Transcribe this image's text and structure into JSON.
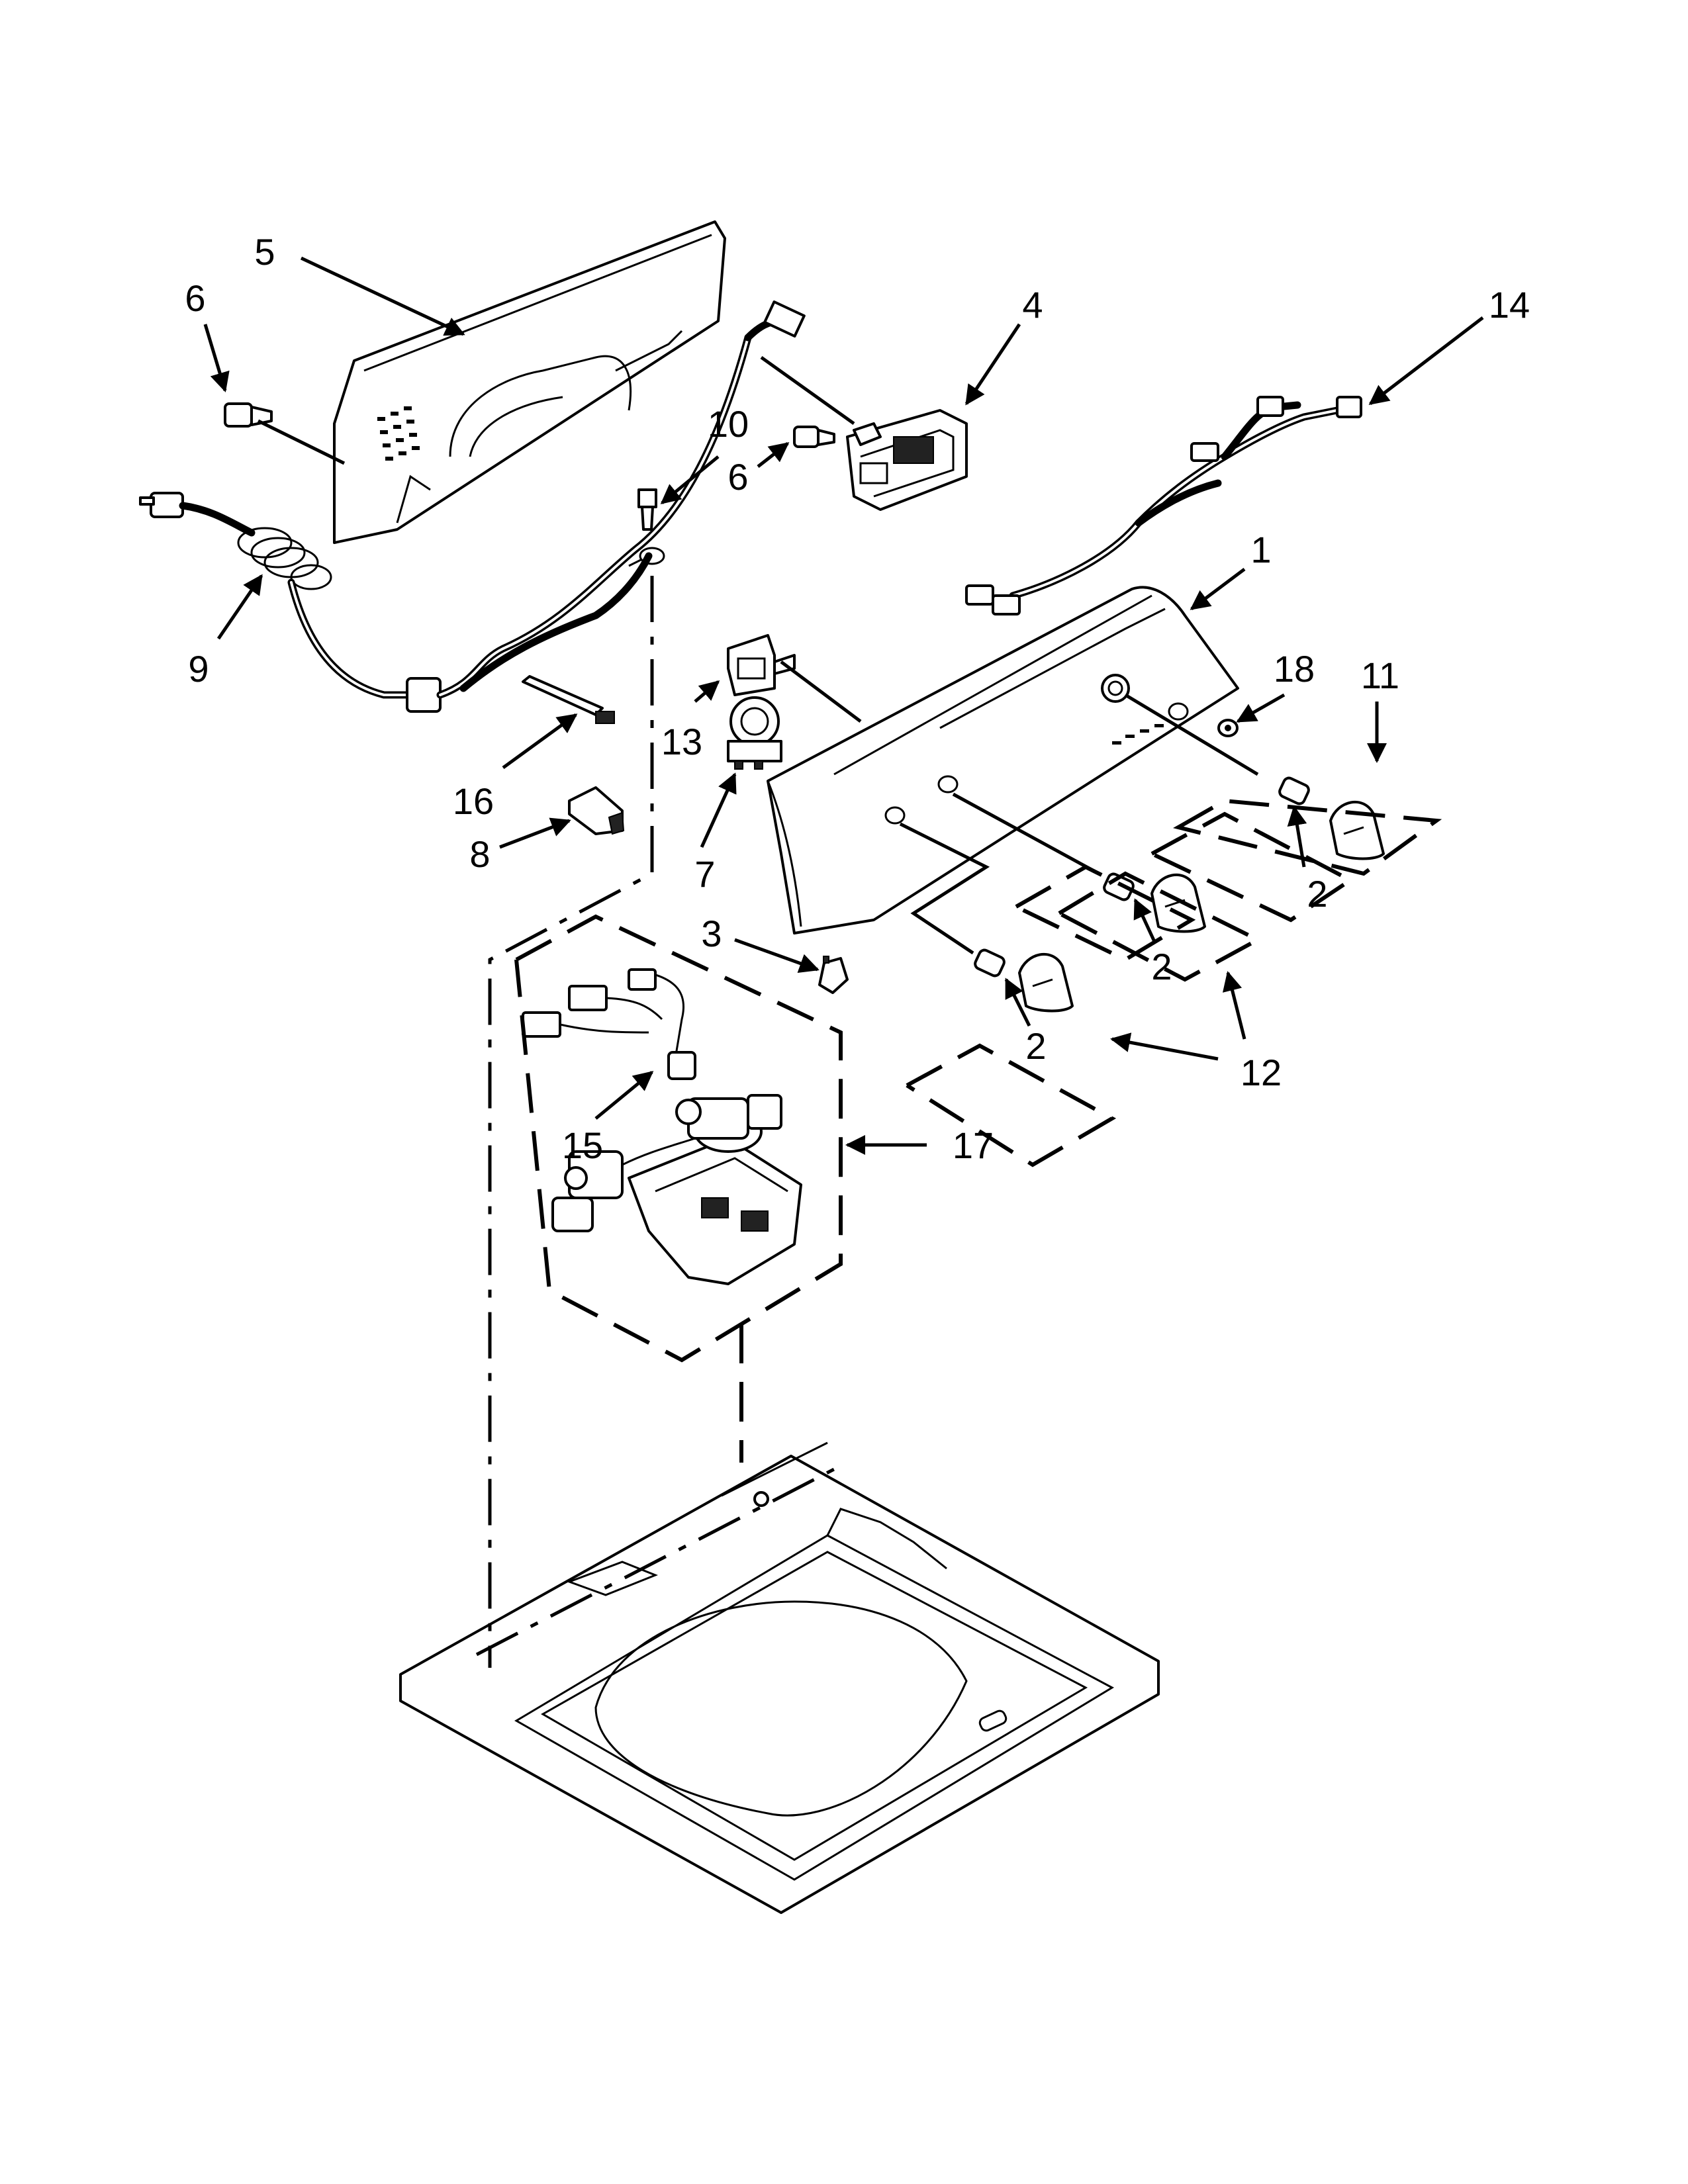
{
  "callouts": [
    {
      "id": "c1",
      "label": "1"
    },
    {
      "id": "c2a",
      "label": "2"
    },
    {
      "id": "c2b",
      "label": "2"
    },
    {
      "id": "c2c",
      "label": "2"
    },
    {
      "id": "c3",
      "label": "3"
    },
    {
      "id": "c4",
      "label": "4"
    },
    {
      "id": "c5",
      "label": "5"
    },
    {
      "id": "c6a",
      "label": "6"
    },
    {
      "id": "c6b",
      "label": "6"
    },
    {
      "id": "c7",
      "label": "7"
    },
    {
      "id": "c8",
      "label": "8"
    },
    {
      "id": "c9",
      "label": "9"
    },
    {
      "id": "c10",
      "label": "10"
    },
    {
      "id": "c11",
      "label": "11"
    },
    {
      "id": "c12",
      "label": "12"
    },
    {
      "id": "c13",
      "label": "13"
    },
    {
      "id": "c14",
      "label": "14"
    },
    {
      "id": "c15",
      "label": "15"
    },
    {
      "id": "c16",
      "label": "16"
    },
    {
      "id": "c17",
      "label": "17"
    },
    {
      "id": "c18",
      "label": "18"
    }
  ],
  "icons": [
    "arrow-icon",
    "screw-icon",
    "knob-icon",
    "clip-icon",
    "connector-icon"
  ]
}
